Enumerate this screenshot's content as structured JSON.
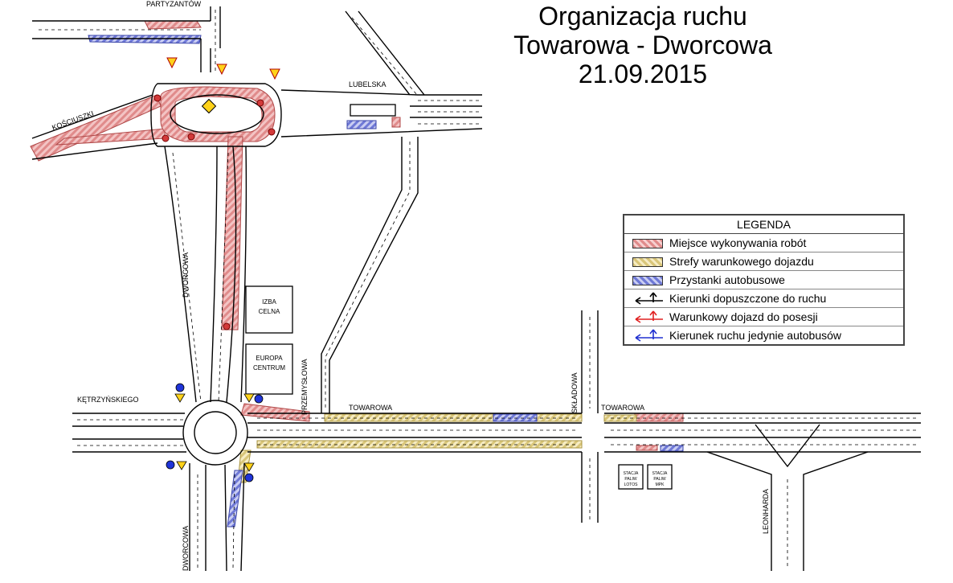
{
  "title": {
    "line1": "Organizacja ruchu",
    "line2": "Towarowa - Dworcowa",
    "line3": "21.09.2015"
  },
  "legend": {
    "heading": "LEGENDA",
    "items": [
      {
        "label": "Miejsce wykonywania robót",
        "color": "#e08b8b"
      },
      {
        "label": "Strefy warunkowego dojazdu",
        "color": "#d9c67a"
      },
      {
        "label": "Przystanki autobusowe",
        "color": "#6f79d6"
      },
      {
        "label": "Kierunki dopuszczone do ruchu",
        "color": "#000000"
      },
      {
        "label": "Warunkowy dojazd do posesji",
        "color": "#e02020"
      },
      {
        "label": "Kierunek ruchu jedynie autobusów",
        "color": "#2030d0"
      }
    ]
  },
  "streets": {
    "partyzantow": "PARTYZANTÓW",
    "lubelska": "LUBELSKA",
    "kosciuszki": "KOŚCIUSZKI",
    "dworcowa_north": "DWORCOWA",
    "dworcowa_south": "DWORCOWA",
    "ketrzynskiego": "KĘTRZYŃSKIEGO",
    "przemyslowa": "PRZEMYSŁOWA",
    "towarowa_west": "TOWAROWA",
    "towarowa_east": "TOWAROWA",
    "skladowa": "SKŁADOWA",
    "leonharda": "LEONHARDA"
  },
  "buildings": {
    "izba_line1": "IZBA",
    "izba_line2": "CELNA",
    "europa_line1": "EUROPA",
    "europa_line2": "CENTRUM",
    "lotos_line1": "STACJA",
    "lotos_line2": "PALIW",
    "lotos_line3": "LOTOS",
    "mpk_line1": "STACJA",
    "mpk_line2": "PALIW",
    "mpk_line3": "MPK"
  },
  "colors": {
    "work": "#e89a9a",
    "conditional": "#e8dc9a",
    "bus": "#7a84dc",
    "road": "#000000"
  }
}
